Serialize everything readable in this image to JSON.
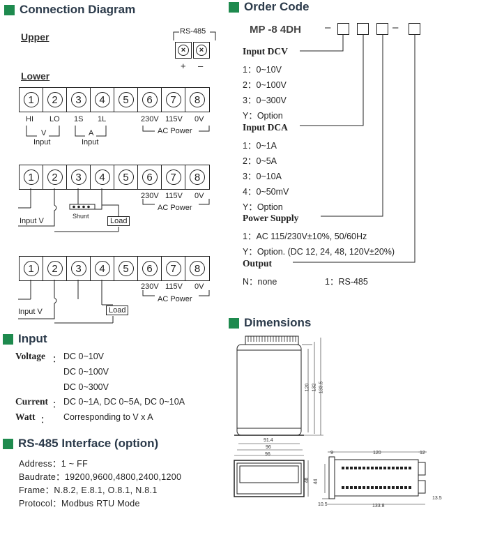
{
  "connection": {
    "title": "Connection  Diagram",
    "upper_label": "Upper",
    "lower_label": "Lower",
    "rs485_label": "RS-485",
    "rs485_plus": "+",
    "rs485_minus": "–",
    "x_mark": "×",
    "terminals": [
      "1",
      "2",
      "3",
      "4",
      "5",
      "6",
      "7",
      "8"
    ],
    "d1_labels": [
      "HI",
      "LO",
      "1S",
      "1L",
      "230V",
      "115V",
      "0V"
    ],
    "d1_v": "V",
    "d1_a": "A",
    "d1_input1": "Input",
    "d1_input2": "Input",
    "ac_power": "AC Power",
    "v230": "230V",
    "v115": "115V",
    "v0": "0V",
    "shunt": "Shunt",
    "input_v": "Input V",
    "load": "Load"
  },
  "order": {
    "title": "Order  Code",
    "model": "MP -8 4DH",
    "dash1": "–",
    "dash2": "–",
    "groups": [
      {
        "label": "Input  DCV",
        "items": [
          "1：0~10V",
          "2：0~100V",
          "3：0~300V",
          "Y：Option"
        ]
      },
      {
        "label": "Input  DCA",
        "items": [
          "1：0~1A",
          "2：0~5A",
          "3：0~10A",
          "4：0~50mV",
          "Y：Option"
        ]
      },
      {
        "label": "Power  Supply",
        "items": [
          "1：AC 115/230V±10%, 50/60Hz",
          "Y：Option. (DC 12, 24, 48, 120V±20%)"
        ]
      },
      {
        "label": "Output",
        "items": [
          "N：none",
          "1：RS-485"
        ]
      }
    ]
  },
  "input": {
    "title": "Input",
    "voltage_label": "Voltage",
    "voltage_colon": "：",
    "voltage_values": [
      "DC 0~10V",
      "DC 0~100V",
      "DC 0~300V"
    ],
    "current_label": "Current",
    "current_colon": "：",
    "current_value": "DC 0~1A, DC 0~5A, DC 0~10A",
    "watt_label": "Watt",
    "watt_colon": "：",
    "watt_value": "Corresponding to V x A"
  },
  "rs485": {
    "title": "RS-485 Interface (option)",
    "lines": [
      "Address：1 ~ FF",
      "Baudrate：19200,9600,4800,2400,1200",
      "Frame：N.8.2, E.8.1, O.8.1, N.8.1",
      "Protocol：Modbus RTU Mode"
    ]
  },
  "dimensions": {
    "title": "Dimensions",
    "front_dims": [
      "120",
      "132",
      "133.5"
    ],
    "w914": "91.4",
    "w96a": "96",
    "w96b": "96",
    "h48": "48",
    "h44": "44",
    "s9": "9",
    "s120": "120",
    "s12": "12",
    "s135": "13.5",
    "s105": "10.5",
    "s1338": "133.8"
  }
}
